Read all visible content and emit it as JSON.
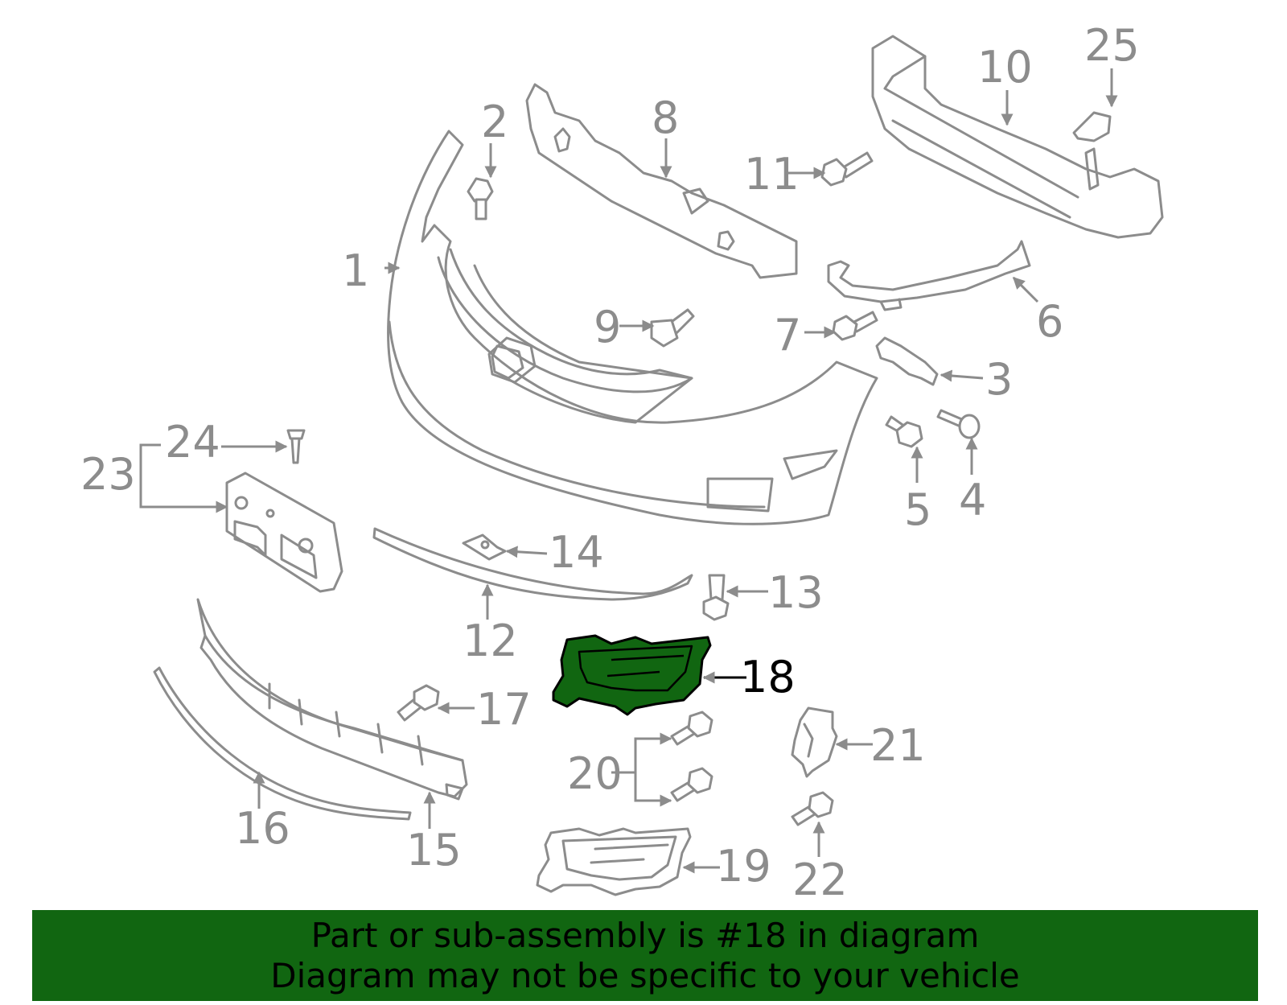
{
  "diagram": {
    "callouts": {
      "c1": "1",
      "c2": "2",
      "c3": "3",
      "c4": "4",
      "c5": "5",
      "c6": "6",
      "c7": "7",
      "c8": "8",
      "c9": "9",
      "c10": "10",
      "c11": "11",
      "c12": "12",
      "c13": "13",
      "c14": "14",
      "c15": "15",
      "c16": "16",
      "c17": "17",
      "c18": "18",
      "c19": "19",
      "c20": "20",
      "c21": "21",
      "c22": "22",
      "c23": "23",
      "c24": "24",
      "c25": "25"
    },
    "highlighted_part": "18"
  },
  "banner": {
    "line1": "Part or sub-assembly is #18 in diagram",
    "line2": "Diagram may not be specific to your vehicle"
  },
  "colors": {
    "line_art": "#8c8c8c",
    "highlight": "#116611",
    "banner_bg": "#116611",
    "banner_text": "#000000"
  }
}
